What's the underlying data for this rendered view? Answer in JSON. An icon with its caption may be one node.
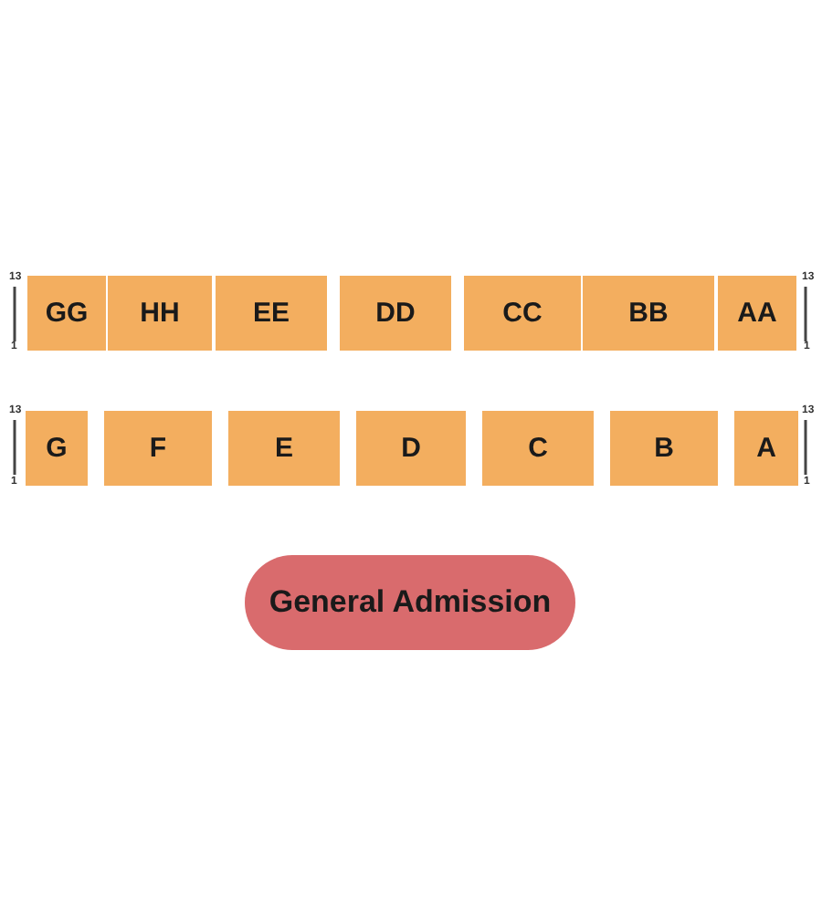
{
  "diagram": {
    "nodes": [
      {
        "text": [
          "GG"
        ]
      },
      {
        "text": [
          "HH"
        ]
      },
      {
        "text": [
          "EE"
        ]
      },
      {
        "text": [
          "DD"
        ]
      },
      {
        "text": [
          "CC"
        ]
      },
      {
        "text": [
          "BB"
        ]
      },
      {
        "text": [
          "AA"
        ]
      },
      {
        "text": [
          "G"
        ]
      },
      {
        "text": [
          "F"
        ]
      },
      {
        "text": [
          "E"
        ]
      },
      {
        "text": [
          "D"
        ]
      },
      {
        "text": [
          "C"
        ]
      },
      {
        "text": [
          "B"
        ]
      },
      {
        "text": [
          "A"
        ]
      },
      {
        "text": [
          "General Admission"
        ]
      }
    ],
    "edges": [],
    "labels": [
      "13",
      "13",
      "1",
      "1",
      "13",
      "13",
      "1",
      "1"
    ]
  }
}
